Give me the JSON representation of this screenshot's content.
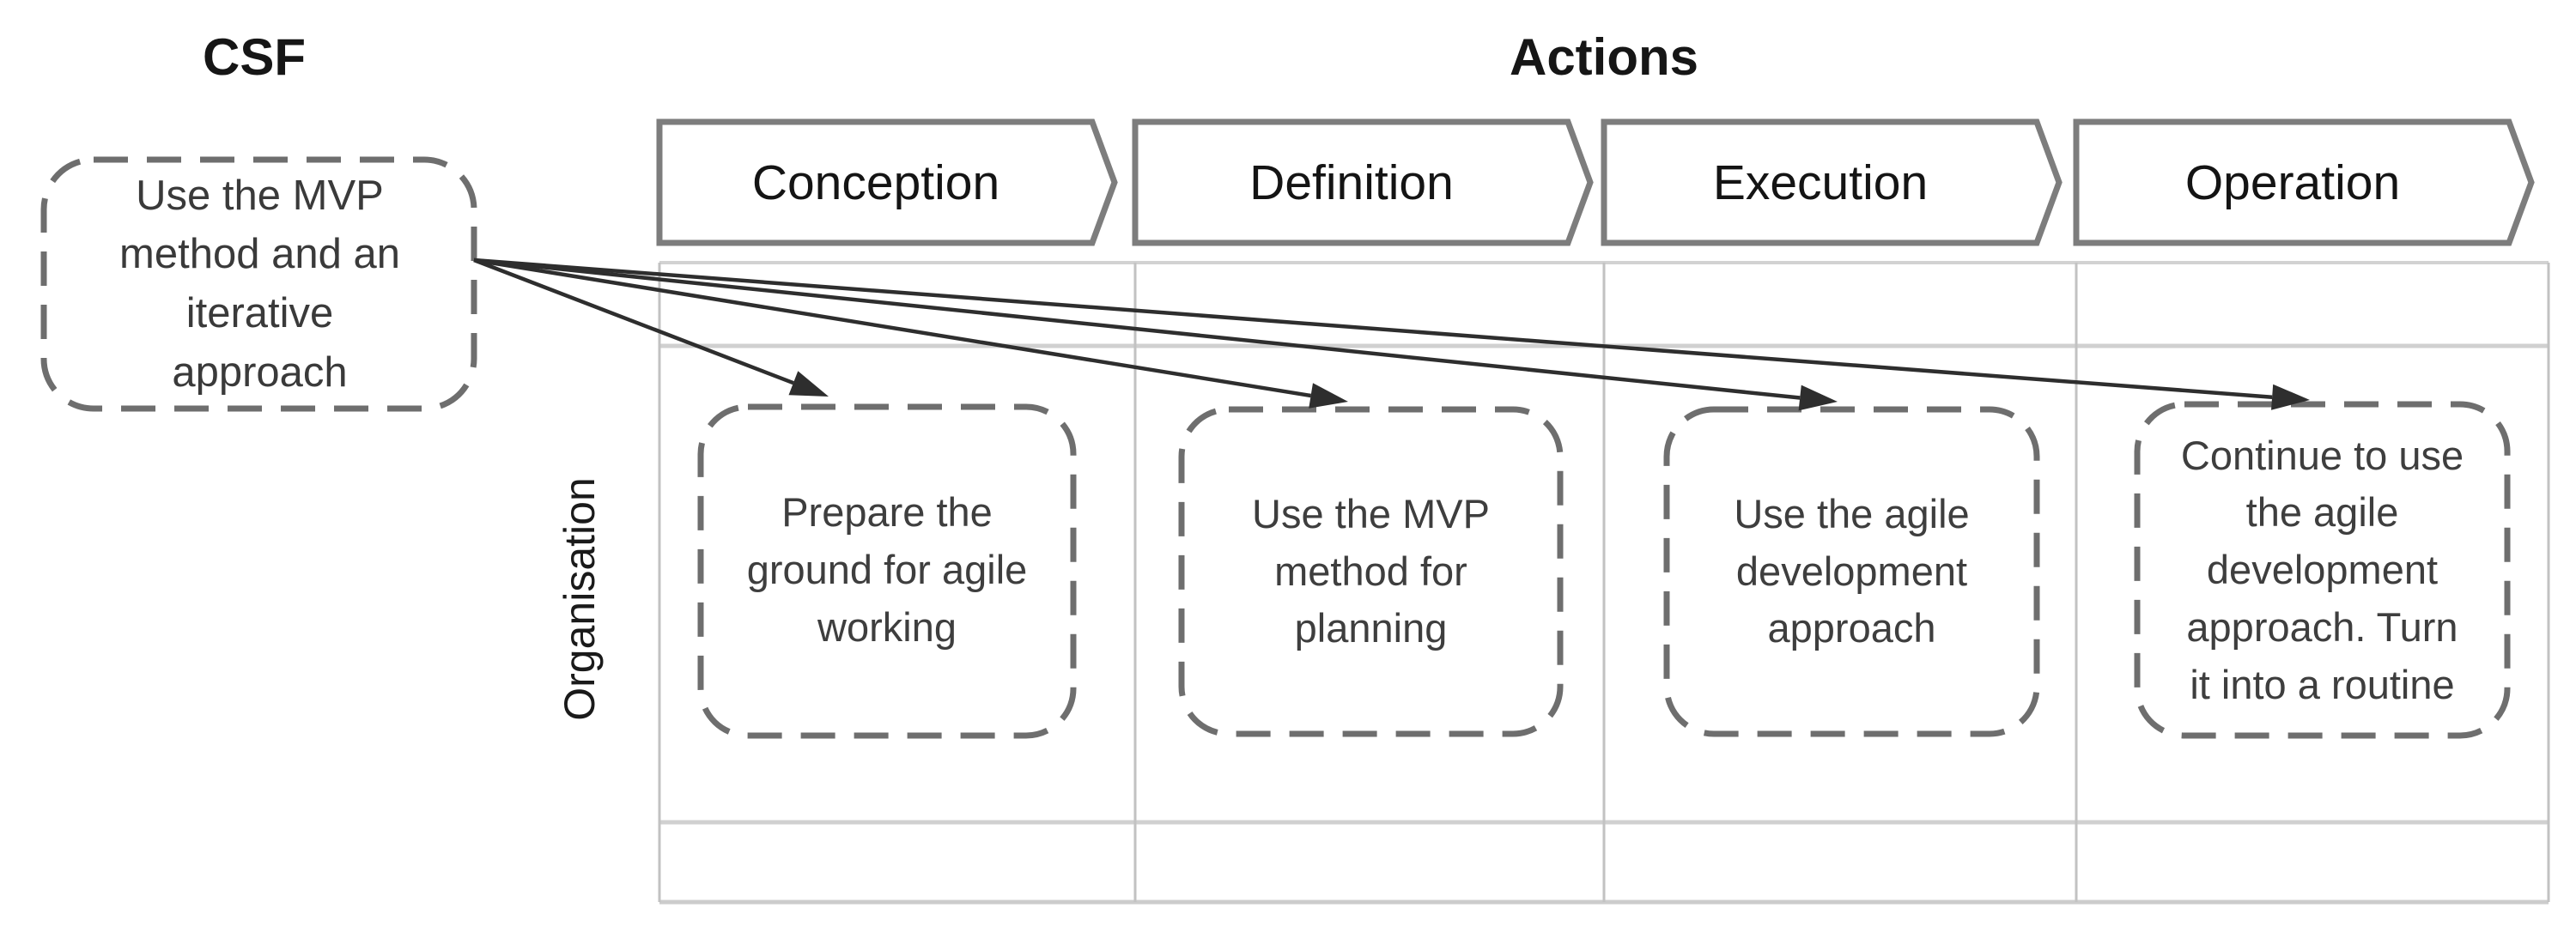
{
  "headers": {
    "csf": "CSF",
    "actions": "Actions"
  },
  "csf_box": {
    "text": "Use the MVP\nmethod and an\niterative\napproach"
  },
  "phases": [
    {
      "label": "Conception"
    },
    {
      "label": "Definition"
    },
    {
      "label": "Execution"
    },
    {
      "label": "Operation"
    }
  ],
  "row_label": "Organisation",
  "action_boxes": [
    {
      "phase": "Conception",
      "text": "Prepare the\nground for agile\nworking"
    },
    {
      "phase": "Definition",
      "text": "Use the MVP\nmethod for\nplanning"
    },
    {
      "phase": "Execution",
      "text": "Use the agile\ndevelopment\napproach"
    },
    {
      "phase": "Operation",
      "text": "Continue to use\nthe agile\ndevelopment\napproach. Turn\nit into a routine"
    }
  ],
  "colors": {
    "chevron_border": "#7d7d7d",
    "dashed_border": "#6e6e6e",
    "grid_line": "#cecece",
    "arrow": "#2e2e2e",
    "heading_text": "#161616",
    "body_text": "#3e3e3e"
  }
}
